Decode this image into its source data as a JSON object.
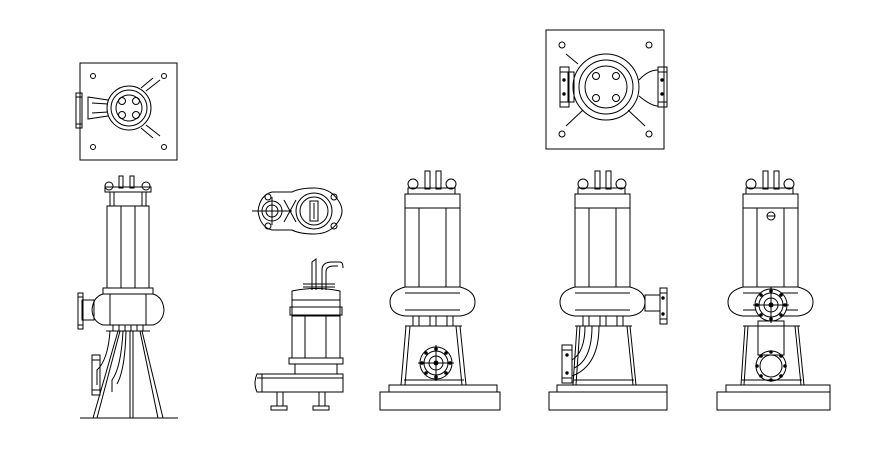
{
  "drawing": {
    "subject": "submersible-pump-cad-drawings",
    "background_color": "#ffffff",
    "line_color": "#000000",
    "views": [
      {
        "id": "pump-a",
        "kind": "plan-and-side-elevation-on-tripod-stand"
      },
      {
        "id": "pump-b",
        "kind": "plan-and-side-elevation-portable-pump"
      },
      {
        "id": "pump-c",
        "kind": "front-elevation-on-base"
      },
      {
        "id": "pump-d",
        "kind": "plan-and-side-elevation-on-base-with-bend"
      },
      {
        "id": "pump-e",
        "kind": "front-elevation-on-base-with-outlet"
      }
    ]
  }
}
